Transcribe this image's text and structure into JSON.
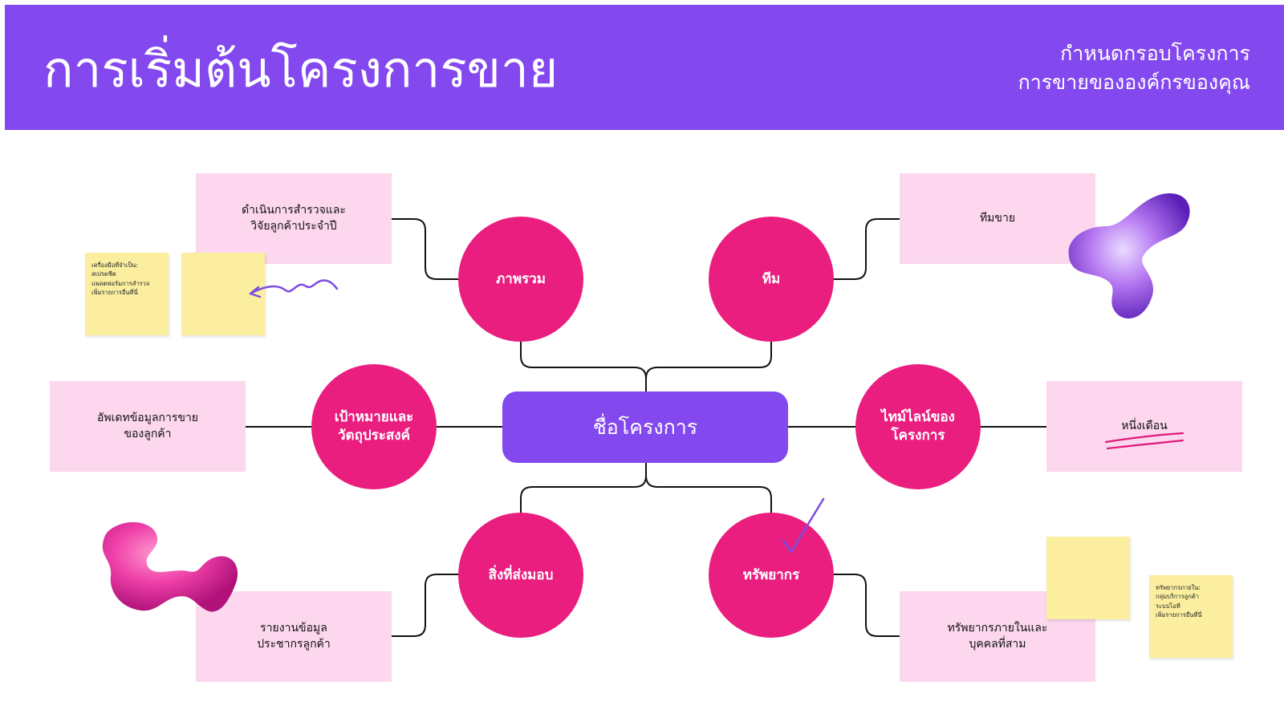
{
  "header": {
    "title": "การเริ่มต้นโครงการขาย",
    "subtitle_line1": "กำหนดกรอบโครงการ",
    "subtitle_line2": "การขายขององค์กรของคุณ"
  },
  "center": {
    "label": "ชื่อโครงการ"
  },
  "nodes": {
    "overview": "ภาพรวม",
    "team": "ทีม",
    "goals_line1": "เป้าหมายและ",
    "goals_line2": "วัตถุประสงค์",
    "timeline_line1": "ไทม์ไลน์ของ",
    "timeline_line2": "โครงการ",
    "deliverables": "สิ่งที่ส่งมอบ",
    "resources": "ทรัพยากร"
  },
  "notes": {
    "overview_line1": "ดำเนินการสำรวจและ",
    "overview_line2": "วิจัยลูกค้าประจำปี",
    "team": "ทีมขาย",
    "goals_line1": "อัพเดทข้อมูลการขาย",
    "goals_line2": "ของลูกค้า",
    "timeline": "หนึ่งเดือน",
    "deliverables_line1": "รายงานข้อมูล",
    "deliverables_line2": "ประชากรลูกค้า",
    "resources_line1": "ทรัพยากรภายในและ",
    "resources_line2": "บุคคลที่สาม"
  },
  "stickies": {
    "tools": [
      "เครื่องมือที่จำเป็น:",
      "สเปรดชีต",
      "แพลตฟอร์มการสำรวจ",
      "เพิ่มรายการอื่นที่นี่"
    ],
    "resources": [
      "ทรัพยากรภายใน:",
      "กลุ่มบริการลูกค้า",
      "ระบบไอที",
      "เพิ่มรายการอื่นที่นี่"
    ]
  },
  "colors": {
    "header": "#8348ee",
    "circle": "#ea1e7f",
    "note": "#fcd7ee",
    "sticky": "#fbef9f",
    "center": "#8348ee"
  }
}
